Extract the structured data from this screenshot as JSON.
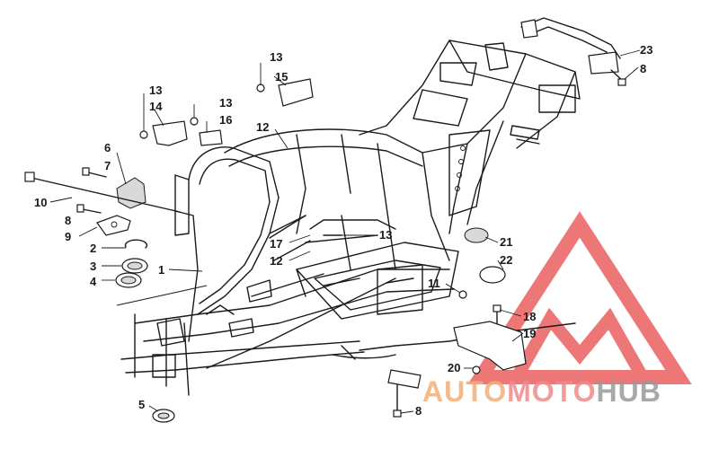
{
  "diagram": {
    "callouts": [
      {
        "id": "c13a",
        "text": "13"
      },
      {
        "id": "c15",
        "text": "15"
      },
      {
        "id": "c23",
        "text": "23"
      },
      {
        "id": "c8a",
        "text": "8"
      },
      {
        "id": "c13b",
        "text": "13"
      },
      {
        "id": "c14",
        "text": "14"
      },
      {
        "id": "c13c",
        "text": "13"
      },
      {
        "id": "c16",
        "text": "16"
      },
      {
        "id": "c12a",
        "text": "12"
      },
      {
        "id": "c6",
        "text": "6"
      },
      {
        "id": "c7",
        "text": "7"
      },
      {
        "id": "c10",
        "text": "10"
      },
      {
        "id": "c8b",
        "text": "8"
      },
      {
        "id": "c9",
        "text": "9"
      },
      {
        "id": "c13d",
        "text": "13"
      },
      {
        "id": "c17",
        "text": "17"
      },
      {
        "id": "c12b",
        "text": "12"
      },
      {
        "id": "c21",
        "text": "21"
      },
      {
        "id": "c22",
        "text": "22"
      },
      {
        "id": "c2",
        "text": "2"
      },
      {
        "id": "c3",
        "text": "3"
      },
      {
        "id": "c1",
        "text": "1"
      },
      {
        "id": "c4",
        "text": "4"
      },
      {
        "id": "c11",
        "text": "11"
      },
      {
        "id": "c18",
        "text": "18"
      },
      {
        "id": "c19",
        "text": "19"
      },
      {
        "id": "c20",
        "text": "20"
      },
      {
        "id": "c5",
        "text": "5"
      },
      {
        "id": "c8c",
        "text": "8"
      }
    ]
  },
  "watermark": {
    "part1": "AUTO",
    "part2": "MOTO",
    "part3": "HUB",
    "color1": "#f2b07a",
    "color2": "#f08a8a",
    "color3": "#9a9a9a",
    "logo_color": "#e84a4a"
  }
}
